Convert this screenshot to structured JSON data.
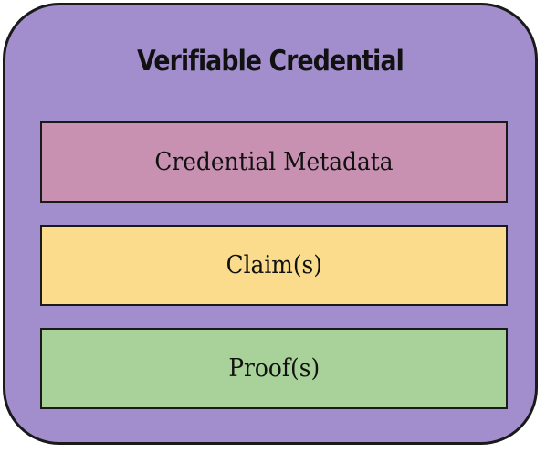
{
  "diagram": {
    "title": "Verifiable Credential",
    "layers": [
      {
        "label": "Credential Metadata",
        "color": "#c991b1"
      },
      {
        "label": "Claim(s)",
        "color": "#fadc8c"
      },
      {
        "label": "Proof(s)",
        "color": "#a8d29a"
      }
    ],
    "container_color": "#a38ecd"
  }
}
